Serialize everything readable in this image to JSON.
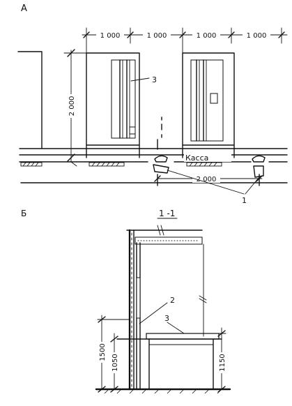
{
  "section_a": {
    "label": "А",
    "dim_top": [
      "1 000",
      "1 000",
      "1 000",
      "1 000"
    ],
    "dim_height": "2 000",
    "dim_bottom": "2 000",
    "callouts": [
      "3",
      "1"
    ],
    "cash_label": "Касса"
  },
  "section_b": {
    "label": "Б",
    "cut_label": "1 -1",
    "callouts": [
      "2",
      "3"
    ],
    "dims": [
      "1500",
      "1050",
      "1150"
    ]
  }
}
